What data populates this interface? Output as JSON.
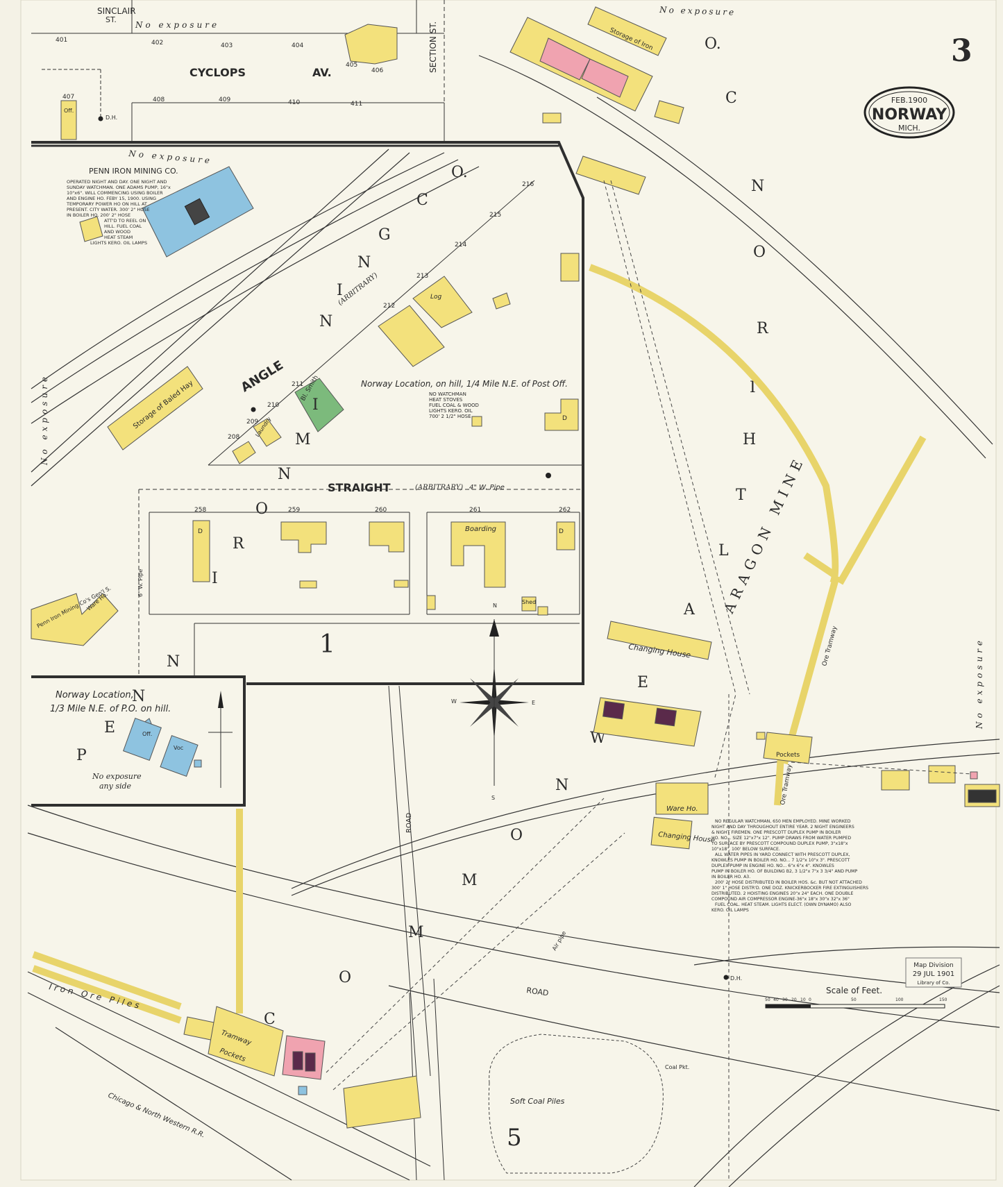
{
  "sheet": {
    "number": "3",
    "cartouche": {
      "date": "FEB.1900",
      "town": "NORWAY",
      "state": "MICH."
    }
  },
  "streets": {
    "cyclops": "CYCLOPS",
    "av": "AV.",
    "sinclair": "SINCLAIR",
    "sinclair_st": "ST.",
    "section": "SECTION ST.",
    "angle": "ANGLE",
    "straight": "STRAIGHT",
    "arbitrary": "(ARBITRARY)",
    "road": "ROAD"
  },
  "lot_numbers": {
    "top": [
      "401",
      "402",
      "403",
      "404",
      "405",
      "406",
      "407",
      "408",
      "409",
      "410",
      "411"
    ],
    "angle": [
      "208",
      "209",
      "210",
      "211",
      "212",
      "213",
      "214",
      "215",
      "216"
    ],
    "straight": [
      "258",
      "259",
      "260",
      "261",
      "262"
    ]
  },
  "exposure": {
    "no_exposure": "No exposure",
    "any_side": "any side"
  },
  "companies": {
    "penn_letters": [
      "P",
      "E",
      "N",
      "N",
      "I",
      "R",
      "O",
      "N",
      "M",
      "I",
      "N",
      "I",
      "N",
      "G",
      "C",
      "O."
    ],
    "commonwealth_letters": [
      "C",
      "O",
      "M",
      "M",
      "O",
      "N",
      "W",
      "E",
      "A",
      "L",
      "T",
      "H",
      "I",
      "R",
      "O",
      "N",
      "C",
      "O."
    ],
    "aragon": "ARAGON MINE"
  },
  "penn_notes": {
    "title": "PENN IRON MINING CO.",
    "lines": [
      "OPERATED NIGHT AND DAY. ONE NIGHT AND",
      "SUNDAY WATCHMAN. ONE ADAMS PUMP, 16\"x",
      "10\"x6\". WILL COMMENCING USING BOILER",
      "AND ENGINE HO. FEBY 15, 1900. USING",
      "TEMPORARY POWER HO ON HILL AT",
      "PRESENT. CITY WATER. 300' 2\" HOSE",
      "IN BOILER HO. 200' 2\" HOSE",
      "ATT'D TO REEL ON",
      "HILL. FUEL COAL",
      "AND WOOD",
      "HEAT STEAM",
      "LIGHTS KERO. OIL LAMPS"
    ]
  },
  "norway_location_1": {
    "title": "Norway Location, on hill, 1/4 Mile N.E. of Post Off.",
    "lines": [
      "NO WATCHMAN",
      "HEAT STOVES",
      "FUEL COAL & WOOD",
      "LIGHTS KERO. OIL",
      "700' 2 1/2\" HOSE"
    ]
  },
  "norway_location_2": {
    "line1": "Norway Location,",
    "line2": "1/3 Mile N.E. of P.O. on hill."
  },
  "building_labels": {
    "storage_hay": "Storage of Baled Hay",
    "boarding": "Boarding",
    "shed": "Shed",
    "laundry": "Laundry",
    "bl_smith": "Bl. Smith",
    "dwelling": "D",
    "ware_ho": "Ware Ho.",
    "changing_house": "Changing House",
    "pockets": "Pockets",
    "tramway": "Tramway",
    "ore_tramway": "Ore Tramway",
    "off": "Off.",
    "voc": "Voc",
    "gen_s": "Penn Iron Mining Co's Gen'l S.",
    "storage_iron": "Storage of Iron",
    "log": "Log",
    "soft_coal": "Soft Coal Piles",
    "iron_ore_piles": "Iron Ore Piles",
    "coal_pkt": "Coal Pkt.",
    "railroad": "Chicago & North Western R.R."
  },
  "block_numbers": {
    "one": "1",
    "five": "5"
  },
  "commonwealth_notes": {
    "lines": [
      "NO REGULAR WATCHMAN, 650 MEN EMPLOYED. MINE WORKED",
      "NIGHT AND DAY THROUGHOUT ENTIRE YEAR. 2 NIGHT ENGINEERS",
      "& NIGHT FIREMEN. ONE PRESCOTT DUPLEX PUMP IN BOILER",
      "HO. NO... SIZE 12\"x7\"x 12\". PUMP DRAWS FROM WATER PUMPED",
      "TO SURFACE BY PRESCOTT COMPOUND DUPLEX PUMP, 3\"x18\"x",
      "10\"x18\". 100' BELOW SURFACE.",
      "ALL WATER PIPES IN YARD CONNECT WITH PRESCOTT DUPLEX,",
      "KNOWLES PUMP IN BOILER HO. NO... 7 1/2\"x 10\"x 3\". PRESCOTT",
      "DUPLEX PUMP IN ENGINE HO. NO... 6\"x 6\"x 4\". KNOWLES",
      "PUMP IN BOILER HO. OF BUILDING B2, 3 1/2\"x 7\"x 3 3/4\" AND PUMP",
      "IN BOILER HO. A3.",
      "200' 2\" HOSE DISTRIBUTED IN BOILER HOS. &c. BUT NOT ATTACHED",
      "300' 1\" HOSE DISTR'D. ONE DOZ. KNICKERBOCKER FIRE EXTINGUISHERS",
      "DISTRIBUTED. 2 HOISTING ENGINES 20\"x 24\" EACH. ONE DOUBLE",
      "COMPOUND AIR COMPRESSOR ENGINE-36\"x 18\"x 30\"x 32\"x 36\"",
      "FUEL COAL. HEAT STEAM. LIGHTS ELECT. (OWN DYNAMO) ALSO",
      "KERO. OIL LAMPS"
    ]
  },
  "scale": {
    "title": "Scale of Feet.",
    "ticks": [
      "50",
      "40",
      "30",
      "20",
      "10",
      "0",
      "50",
      "100",
      "150"
    ]
  },
  "stamp": {
    "line1": "Map Division",
    "line2": "29 JUL 1901",
    "line3": "Library of Co."
  },
  "compass": {
    "n": "N",
    "s": "S",
    "e": "E",
    "w": "W"
  },
  "pipes": {
    "pipe6": "6\" W. Pipe",
    "pipe4": "4\" W. Pipe",
    "air": "Air pipe",
    "dh": "D.H."
  },
  "colors": {
    "brick": "#f0a3b0",
    "frame": "#f3e17c",
    "stone": "#8ec3e0",
    "special": "#7cba7c",
    "paper": "#f4f2e6",
    "line": "#2f2f2f"
  }
}
